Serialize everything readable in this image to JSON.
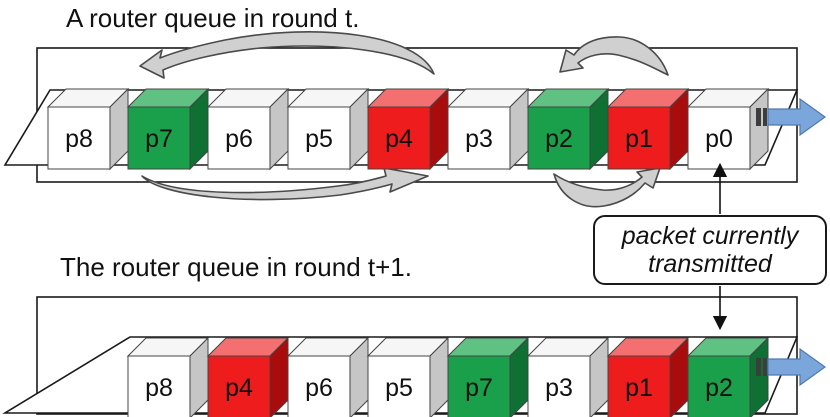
{
  "titles": {
    "top": "A router queue in round t.",
    "bottom": "The router queue in round t+1."
  },
  "callout": {
    "line1": "packet currently",
    "line2": "transmitted"
  },
  "colors": {
    "white": "#ffffff",
    "green": "#1aa04b",
    "red": "#ee1c1c",
    "arrow_fill": "#d0d0d0",
    "output_arrow": "#7aa6dc"
  },
  "queues": {
    "round_t": [
      {
        "label": "p8",
        "color": "white"
      },
      {
        "label": "p7",
        "color": "green"
      },
      {
        "label": "p6",
        "color": "white"
      },
      {
        "label": "p5",
        "color": "white"
      },
      {
        "label": "p4",
        "color": "red"
      },
      {
        "label": "p3",
        "color": "white"
      },
      {
        "label": "p2",
        "color": "green"
      },
      {
        "label": "p1",
        "color": "red"
      },
      {
        "label": "p0",
        "color": "white"
      }
    ],
    "round_t_plus_1": [
      {
        "label": "p8",
        "color": "white"
      },
      {
        "label": "p4",
        "color": "red"
      },
      {
        "label": "p6",
        "color": "white"
      },
      {
        "label": "p5",
        "color": "white"
      },
      {
        "label": "p7",
        "color": "green"
      },
      {
        "label": "p3",
        "color": "white"
      },
      {
        "label": "p1",
        "color": "red"
      },
      {
        "label": "p2",
        "color": "green"
      }
    ]
  }
}
